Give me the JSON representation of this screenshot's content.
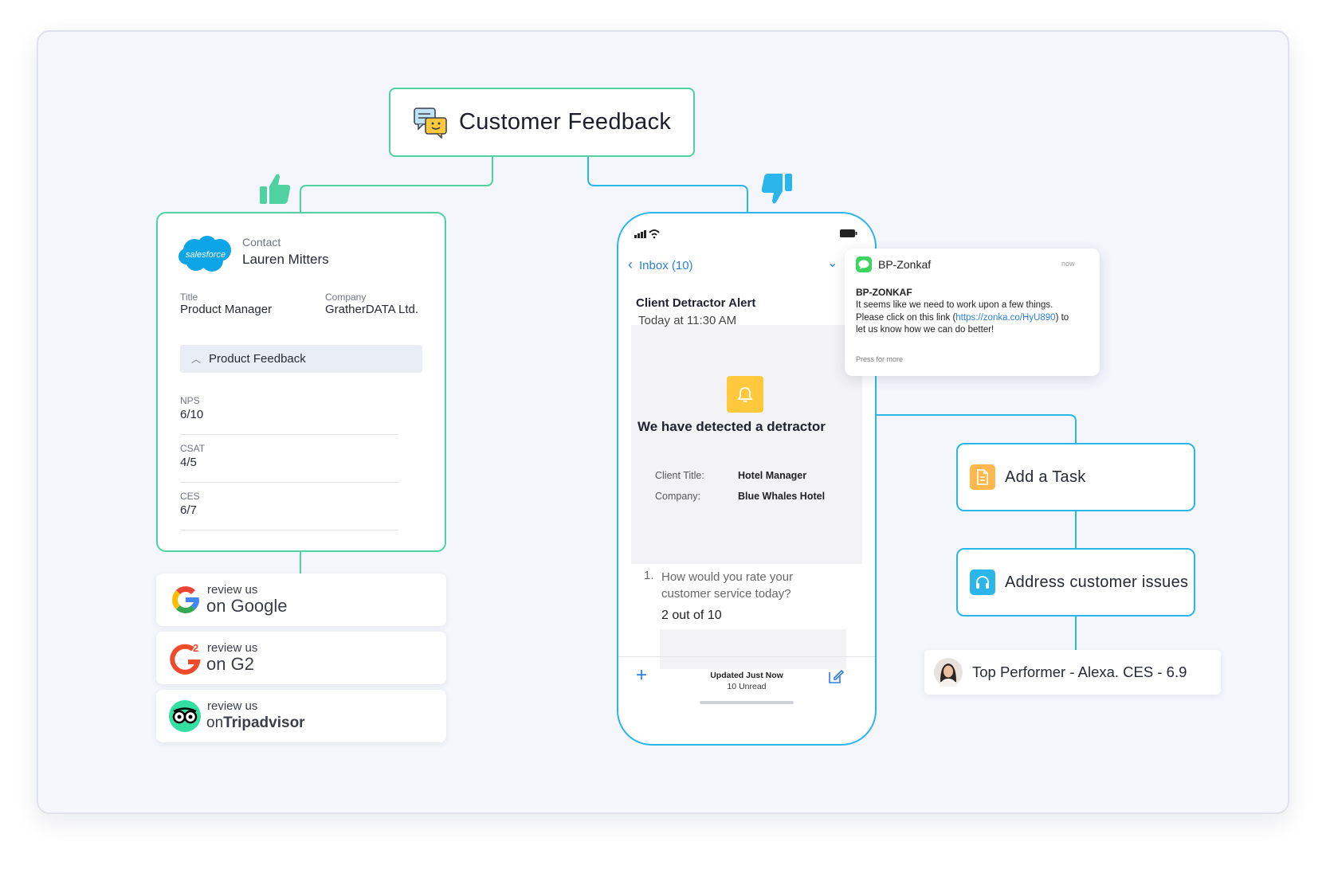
{
  "top_node": {
    "title": "Customer Feedback",
    "icon": "chat-bubbles-icon"
  },
  "salesforce_card": {
    "logo_text": "salesforce",
    "contact_label": "Contact",
    "contact_name": "Lauren Mitters",
    "title_label": "Title",
    "title_value": "Product Manager",
    "company_label": "Company",
    "company_value": "GratherDATA Ltd.",
    "section_label": "Product Feedback",
    "metrics": [
      {
        "label": "NPS",
        "value": "6/10"
      },
      {
        "label": "CSAT",
        "value": "4/5"
      },
      {
        "label": "CES",
        "value": "6/7"
      }
    ]
  },
  "reviews": [
    {
      "line1": "review us",
      "line2": "on Google",
      "icon": "google-icon"
    },
    {
      "line1": "review us",
      "line2": "on G2",
      "icon": "g2-icon"
    },
    {
      "line1": "review us",
      "line2_a": "on",
      "line2_b": "Tripadvisor",
      "icon": "tripadvisor-icon"
    }
  ],
  "phone": {
    "inbox_label": "Inbox (10)",
    "alert_subject": "Client Detractor Alert",
    "alert_time": "Today at 11:30 AM",
    "alert_heading": "We have detected a detractor",
    "client_title_label": "Client Title:",
    "client_title_value": "Hotel Manager",
    "company_label": "Company:",
    "company_value": "Blue Whales Hotel",
    "question_number": "1.",
    "question": "How would you rate your customer service today?",
    "answer": "2 out of 10",
    "footer_status": "Updated Just Now",
    "footer_unread": "10 Unread"
  },
  "notification": {
    "app": "BP-Zonkaf",
    "time": "now",
    "sender": "BP-ZONKAF",
    "message_before_link": "It seems like we need to work upon a few things. Please click on this link (",
    "link": "https://zonka.co/HyU890",
    "message_after_link": ") to let us know how we can do better!",
    "footer": "Press for more"
  },
  "tasks": [
    {
      "label": "Add a Task",
      "icon": "document-icon",
      "color": "#ffb84d"
    },
    {
      "label": "Address customer issues",
      "icon": "headphones-icon",
      "color": "#2ab6ea"
    }
  ],
  "performer": {
    "label": "Top Performer - Alexa. CES - 6.9"
  },
  "colors": {
    "positive": "#4fd1a1",
    "negative": "#2ab6ea",
    "bell": "#ffc83d"
  }
}
